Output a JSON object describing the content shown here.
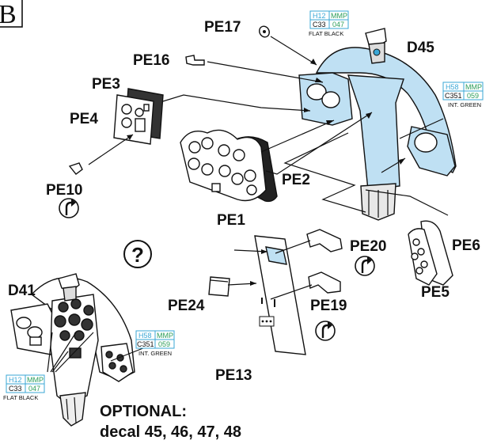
{
  "step": {
    "letter": "B"
  },
  "labels": {
    "pe17": "PE17",
    "pe16": "PE16",
    "pe3": "PE3",
    "pe4": "PE4",
    "pe10": "PE10",
    "pe2": "PE2",
    "pe1": "PE1",
    "d45": "D45",
    "pe20": "PE20",
    "pe6": "PE6",
    "pe5": "PE5",
    "pe19": "PE19",
    "pe24": "PE24",
    "pe13": "PE13",
    "d41": "D41"
  },
  "question_symbol": "?",
  "paint_flat_black": {
    "h": "H12",
    "mmp": "MMP",
    "c": "C33",
    "num": "047",
    "name": "FLAT BLACK"
  },
  "paint_int_green": {
    "h": "H58",
    "mmp": "MMP",
    "c": "C351",
    "num": "059",
    "name": "INT. GREEN"
  },
  "paint_int_green_d41": {
    "h": "H58",
    "mmp": "MMP",
    "c": "C351",
    "num": "059",
    "name": "INT. GREEN"
  },
  "paint_flat_black_d41": {
    "h": "H12",
    "mmp": "MMP",
    "c": "C33",
    "num": "047",
    "name": "FLAT BLACK"
  },
  "optional": {
    "title": "OPTIONAL:",
    "text": "decal 45, 46, 47, 48"
  },
  "colors": {
    "interior_green_fill": "#bfe0f3",
    "paint_ref_blue": "#3aa7d6",
    "paint_num_green": "#2c9d5a"
  }
}
